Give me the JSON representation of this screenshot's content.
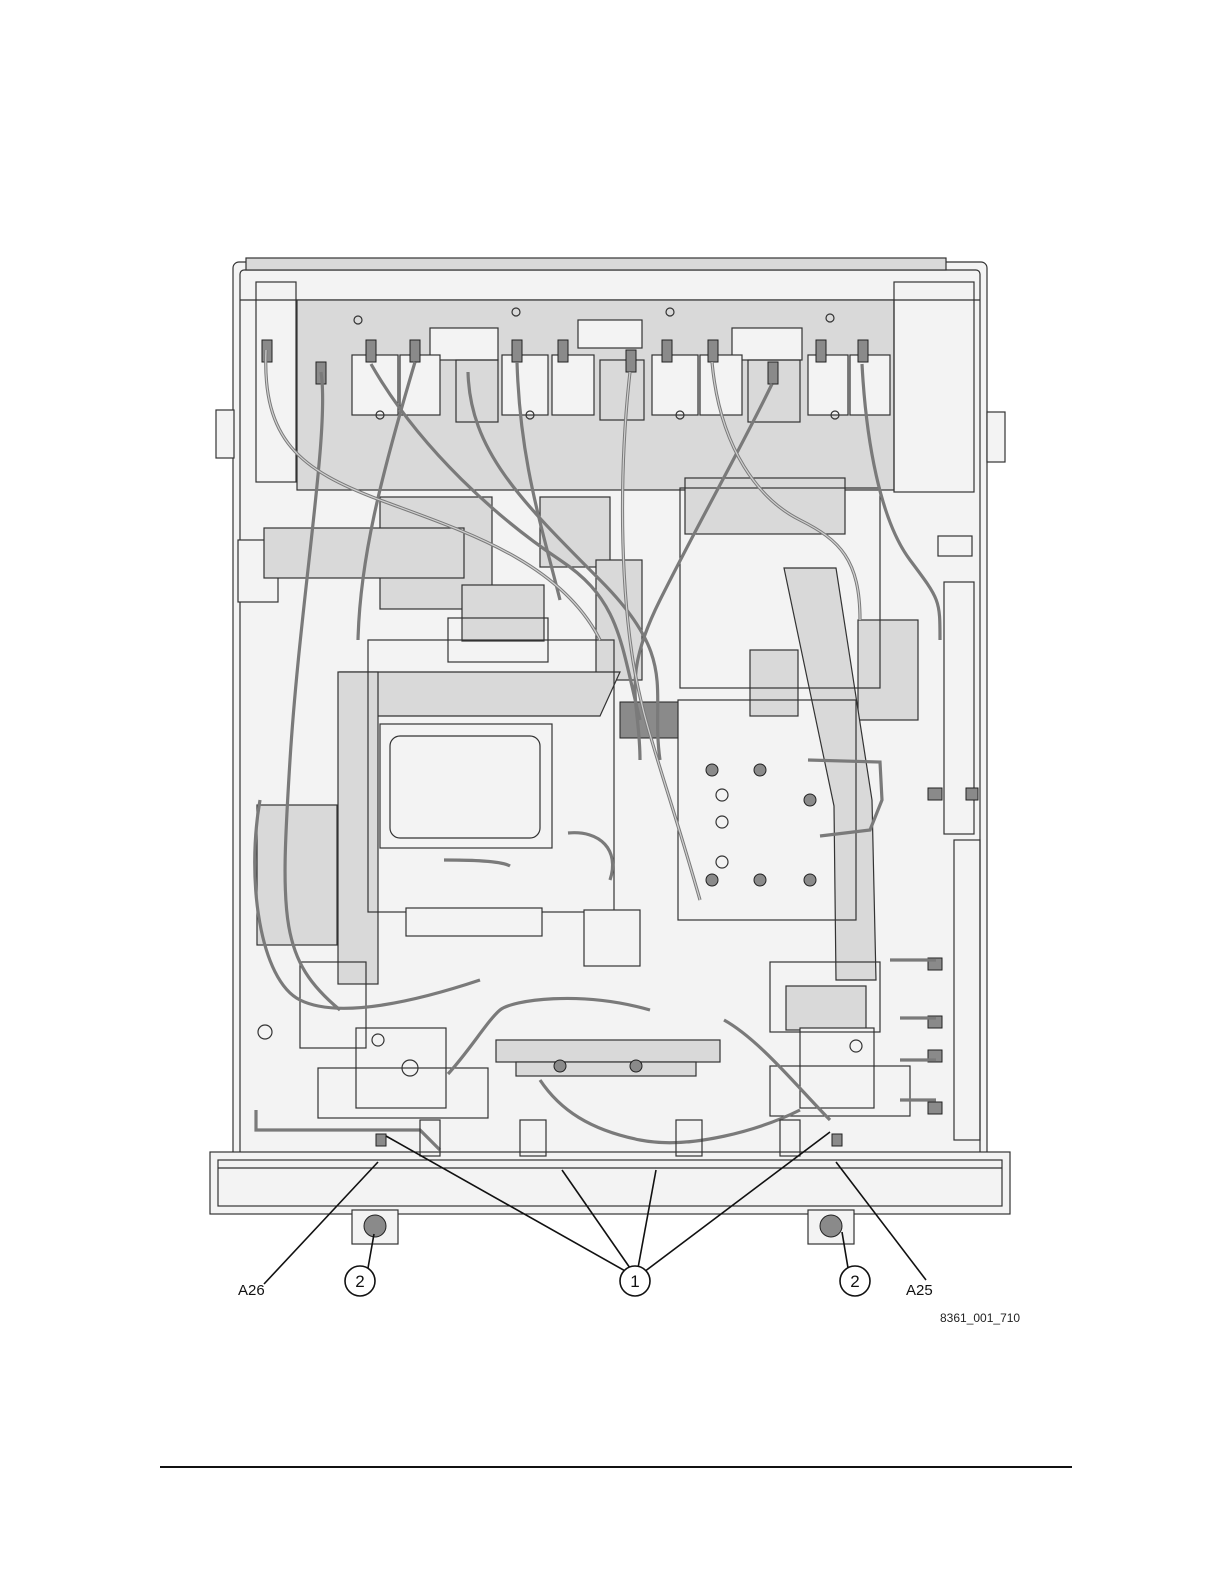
{
  "figure": {
    "callouts": [
      {
        "id": "bubble-1",
        "text": "1"
      },
      {
        "id": "bubble-2-left",
        "text": "2"
      },
      {
        "id": "bubble-2-right",
        "text": "2"
      }
    ],
    "labels": {
      "a26": "A26",
      "a25": "A25",
      "figure_id": "8361_001_710"
    }
  },
  "colors": {
    "line": "#333333",
    "panel": "#d9d9d9",
    "cable": "#7a7a7a"
  }
}
